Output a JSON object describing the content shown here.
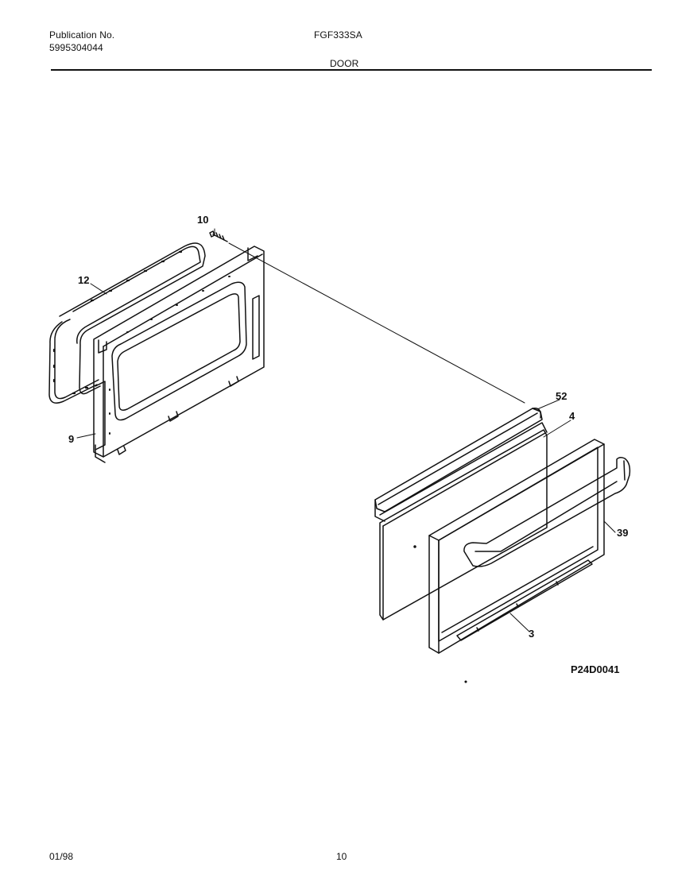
{
  "header": {
    "publication_label": "Publication No.",
    "publication_number": "5995304044",
    "model": "FGF333SA",
    "section": "DOOR"
  },
  "diagram": {
    "callouts": {
      "c10": "10",
      "c12": "12",
      "c9": "9",
      "c52": "52",
      "c4": "4",
      "c39": "39",
      "c3": "3"
    },
    "figure_code": "P24D0041"
  },
  "footer": {
    "date": "01/98",
    "page": "10"
  }
}
